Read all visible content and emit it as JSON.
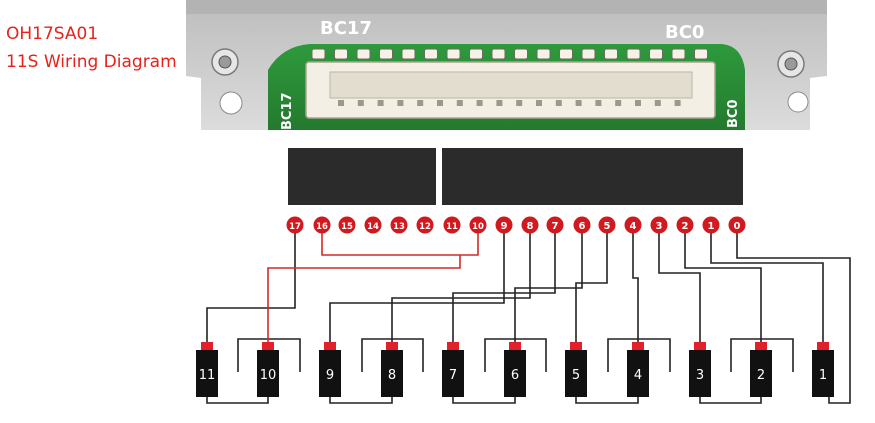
{
  "header": {
    "model": "OH17SA01",
    "diagram_title": "11S Wiring Diagram"
  },
  "board": {
    "label_left_top": "BC17",
    "label_right_top": "BC0",
    "label_left_side": "BC17",
    "label_right_side": "BC0",
    "pin_count": 18
  },
  "pins": [
    {
      "label": "17",
      "wired": true
    },
    {
      "label": "16",
      "wired": true
    },
    {
      "label": "15",
      "wired": false
    },
    {
      "label": "14",
      "wired": false
    },
    {
      "label": "13",
      "wired": false
    },
    {
      "label": "12",
      "wired": false
    },
    {
      "label": "11",
      "wired": false
    },
    {
      "label": "10",
      "wired": true
    },
    {
      "label": "9",
      "wired": true
    },
    {
      "label": "8",
      "wired": true
    },
    {
      "label": "7",
      "wired": true
    },
    {
      "label": "6",
      "wired": true
    },
    {
      "label": "5",
      "wired": true
    },
    {
      "label": "4",
      "wired": true
    },
    {
      "label": "3",
      "wired": true
    },
    {
      "label": "2",
      "wired": true
    },
    {
      "label": "1",
      "wired": true
    },
    {
      "label": "0",
      "wired": true
    }
  ],
  "cells": [
    "11",
    "10",
    "9",
    "8",
    "7",
    "6",
    "5",
    "4",
    "3",
    "2",
    "1"
  ],
  "colors": {
    "title_red": "#e8211a",
    "pin_red": "#d11a1f",
    "cell_black": "#111111",
    "cell_cap_red": "#e0202a",
    "wire": "#222222",
    "jumper_red": "#d42a2a",
    "board_green": "#2b8a36",
    "plate_gray": "#c9c9c9"
  }
}
